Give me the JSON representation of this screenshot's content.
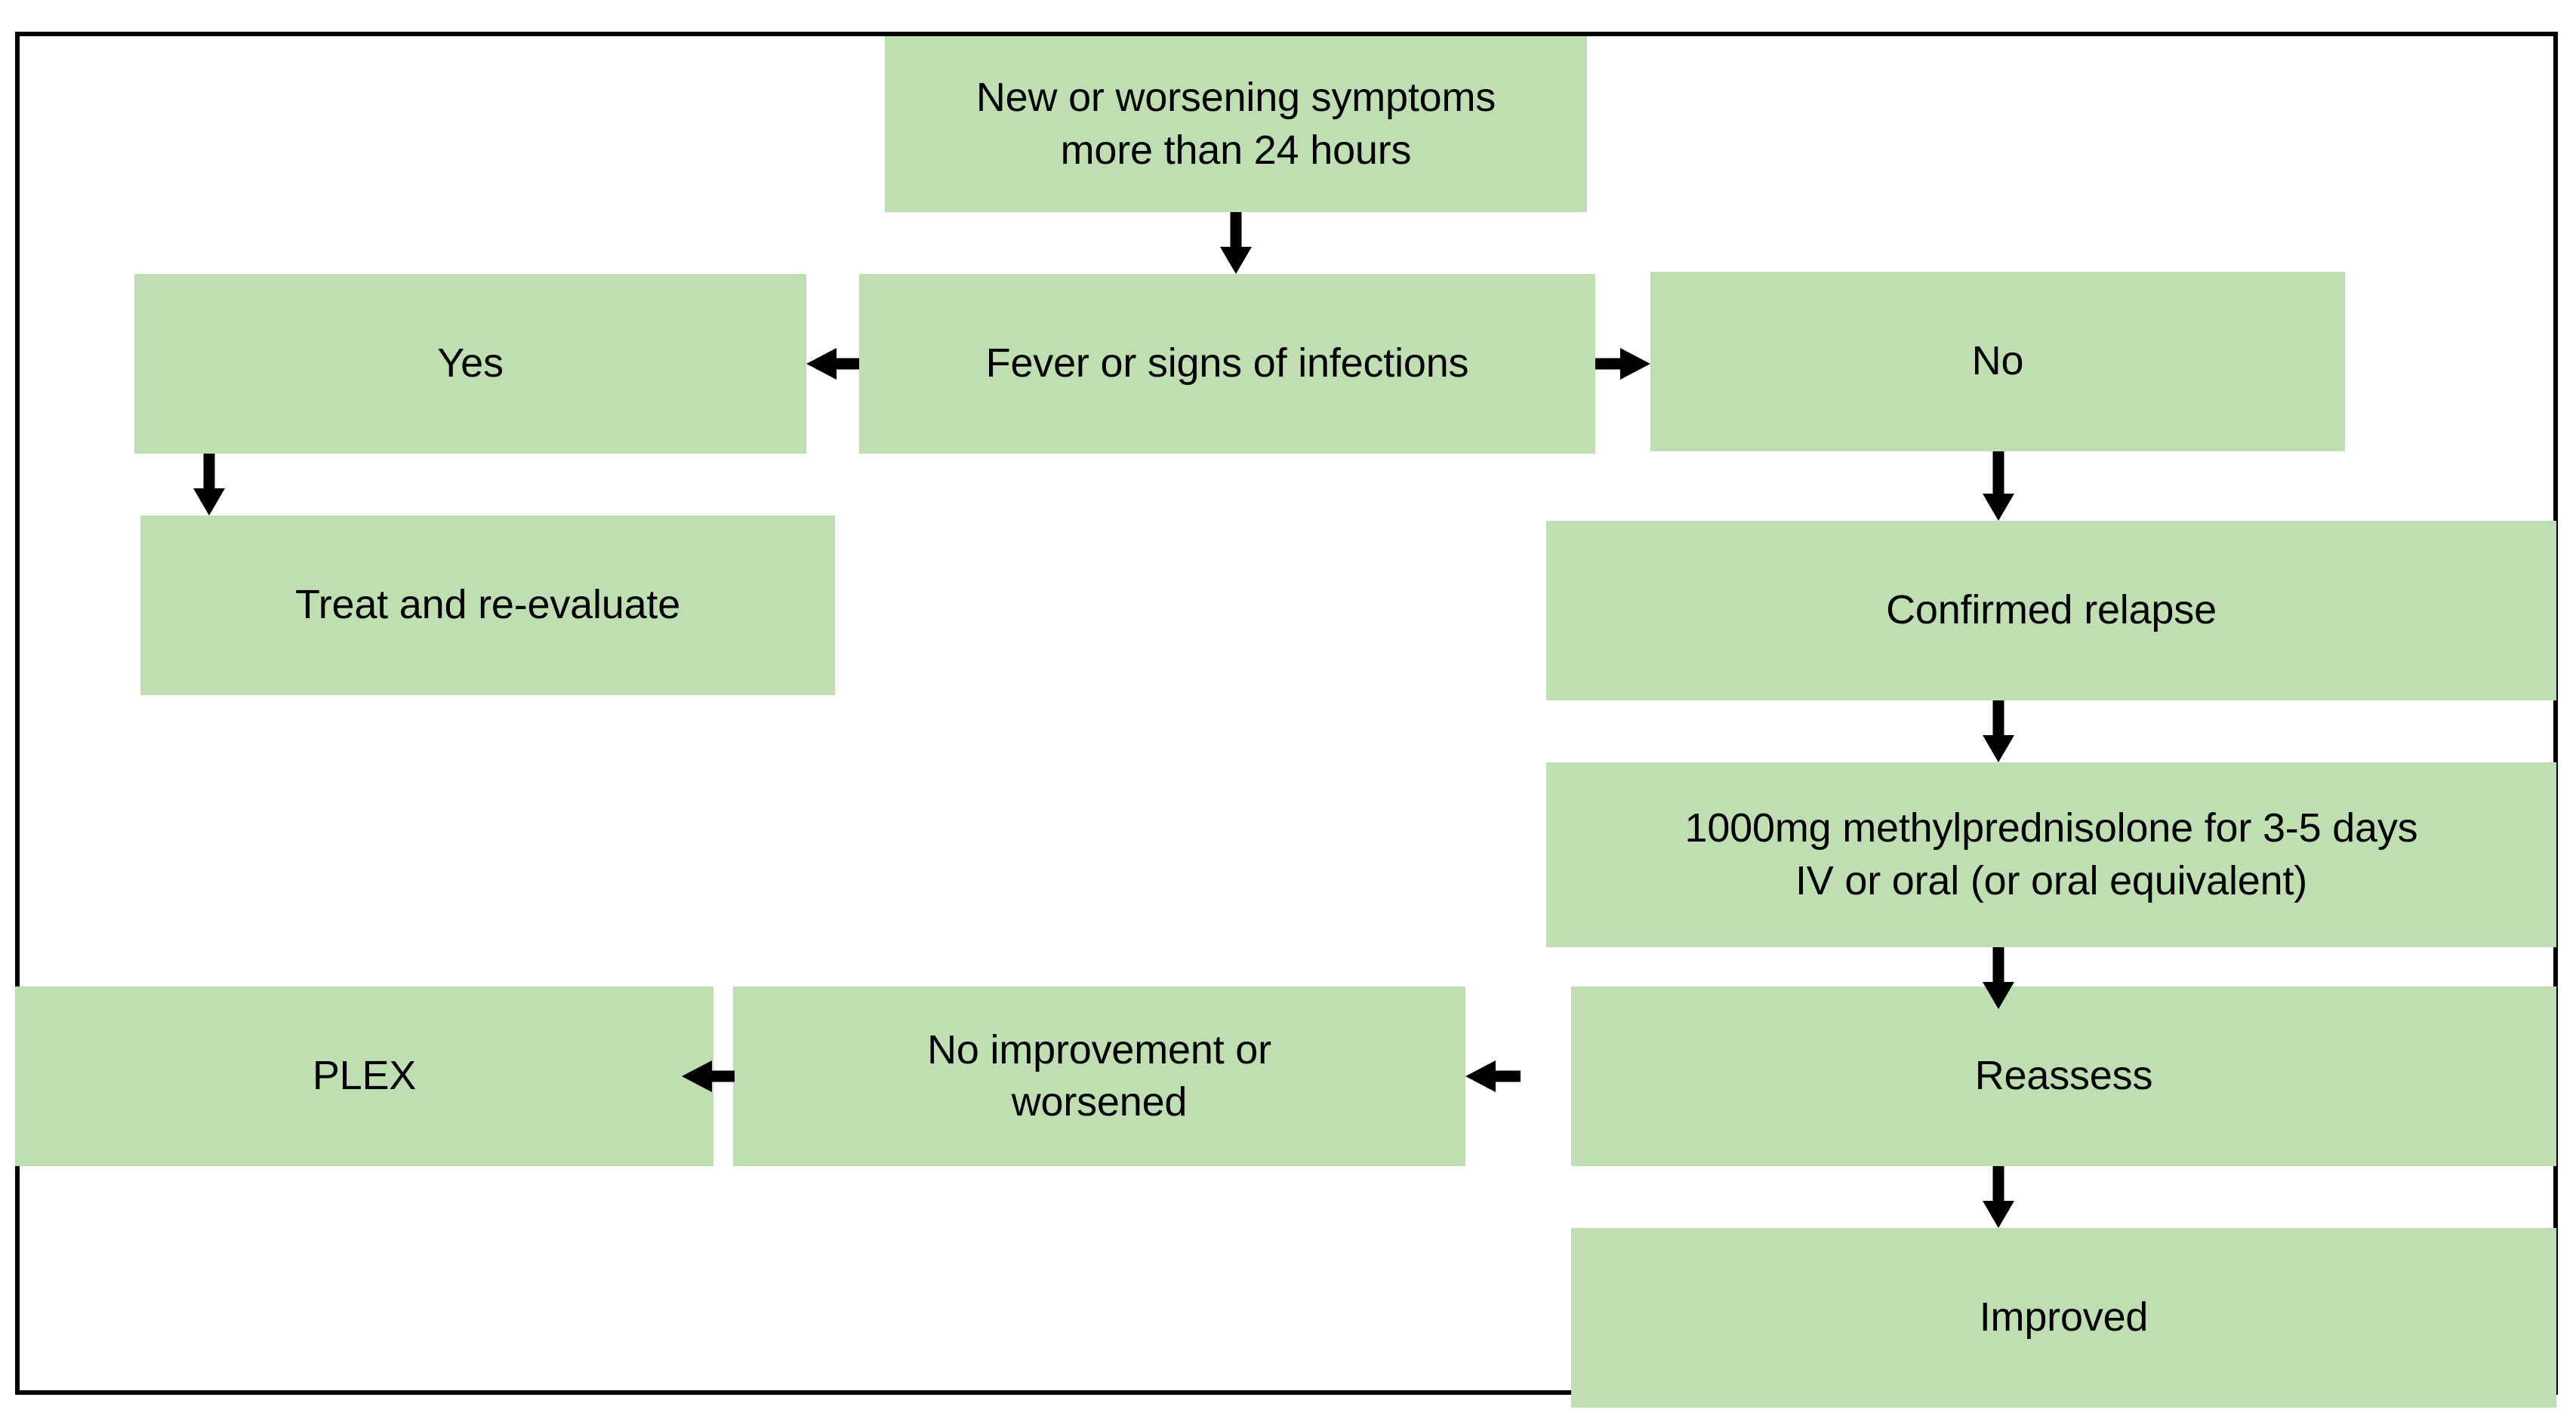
{
  "figure": {
    "type": "flowchart",
    "title": "",
    "background_color": "#FFFFFF",
    "border_color": "#000000",
    "node_fill_color": "#BFDFB3",
    "node_text_color": "#000000",
    "arrow_color": "#000000"
  },
  "nodes": {
    "symptoms": {
      "label": "New or worsening symptoms\nmore than 24 hours"
    },
    "fever": {
      "label": "Fever or signs of infections"
    },
    "yes": {
      "label": "Yes"
    },
    "no": {
      "label": "No"
    },
    "treat": {
      "label": "Treat and re-evaluate"
    },
    "relapse": {
      "label": "Confirmed relapse"
    },
    "steroids": {
      "label": "1000mg methylprednisolone  for 3-5 days\nIV or oral (or oral equivalent)"
    },
    "reassess": {
      "label": "Reassess"
    },
    "no_improvement": {
      "label": "No improvement or\nworsened"
    },
    "plex": {
      "label": "PLEX"
    },
    "improved": {
      "label": "Improved"
    }
  },
  "edges": [
    {
      "from": "symptoms",
      "to": "fever",
      "direction": "down",
      "label": ""
    },
    {
      "from": "fever",
      "to": "yes",
      "direction": "left",
      "label": ""
    },
    {
      "from": "fever",
      "to": "no",
      "direction": "right",
      "label": ""
    },
    {
      "from": "yes",
      "to": "treat",
      "direction": "down",
      "label": ""
    },
    {
      "from": "no",
      "to": "relapse",
      "direction": "down",
      "label": ""
    },
    {
      "from": "relapse",
      "to": "steroids",
      "direction": "down",
      "label": ""
    },
    {
      "from": "steroids",
      "to": "reassess",
      "direction": "down",
      "label": ""
    },
    {
      "from": "reassess",
      "to": "no_improvement",
      "direction": "left",
      "label": ""
    },
    {
      "from": "no_improvement",
      "to": "plex",
      "direction": "left",
      "label": ""
    },
    {
      "from": "reassess",
      "to": "improved",
      "direction": "down",
      "label": ""
    }
  ]
}
